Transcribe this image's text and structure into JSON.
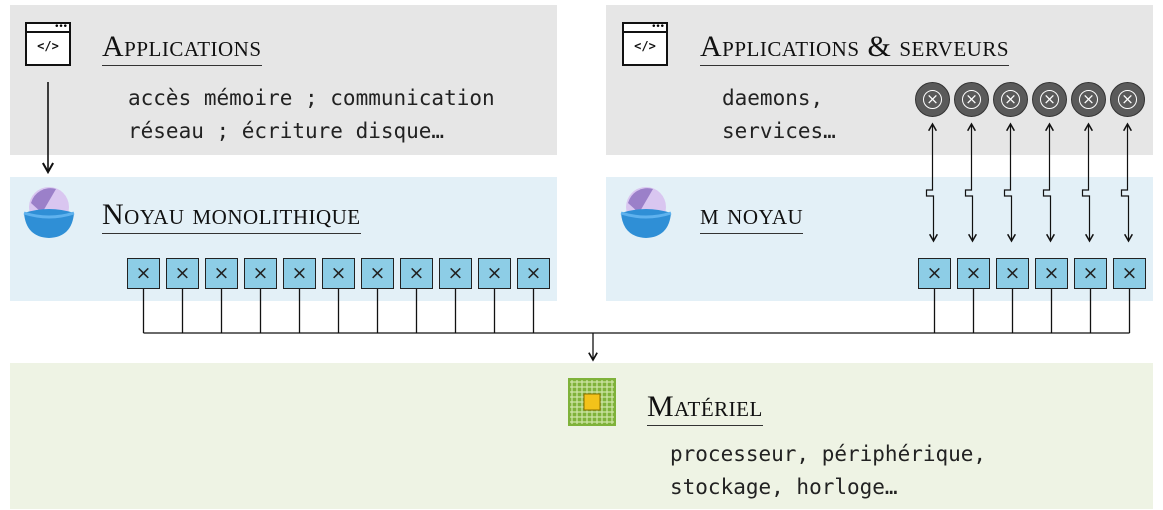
{
  "left_top": {
    "title": "Applications",
    "description": "accès mémoire ; communication\nréseau ; écriture disque…",
    "icon": "code-window-icon",
    "icon_text": "</>"
  },
  "right_top": {
    "title": "Applications & serveurs",
    "description": "daemons,\nservices…",
    "icon": "code-window-icon",
    "icon_text": "</>",
    "server_icon": "circled-times-icon",
    "server_count": 6
  },
  "left_kernel": {
    "title": "Noyau monolithique",
    "icon": "bowl-sphere-icon",
    "syscall_count": 11
  },
  "right_kernel": {
    "title": "µ noyau",
    "icon": "bowl-sphere-icon",
    "syscall_count": 6
  },
  "hardware": {
    "title": "Matériel",
    "description": "processeur, périphérique,\nstockage, horloge…",
    "icon": "chip-icon"
  },
  "colors": {
    "app_panel": "#e6e6e6",
    "kernel_panel": "#e3f0f7",
    "hardware_panel": "#eef3e4",
    "syscall_box": "#8dcde6",
    "server": "#5a5a5a",
    "chip": "#7fb23a"
  }
}
